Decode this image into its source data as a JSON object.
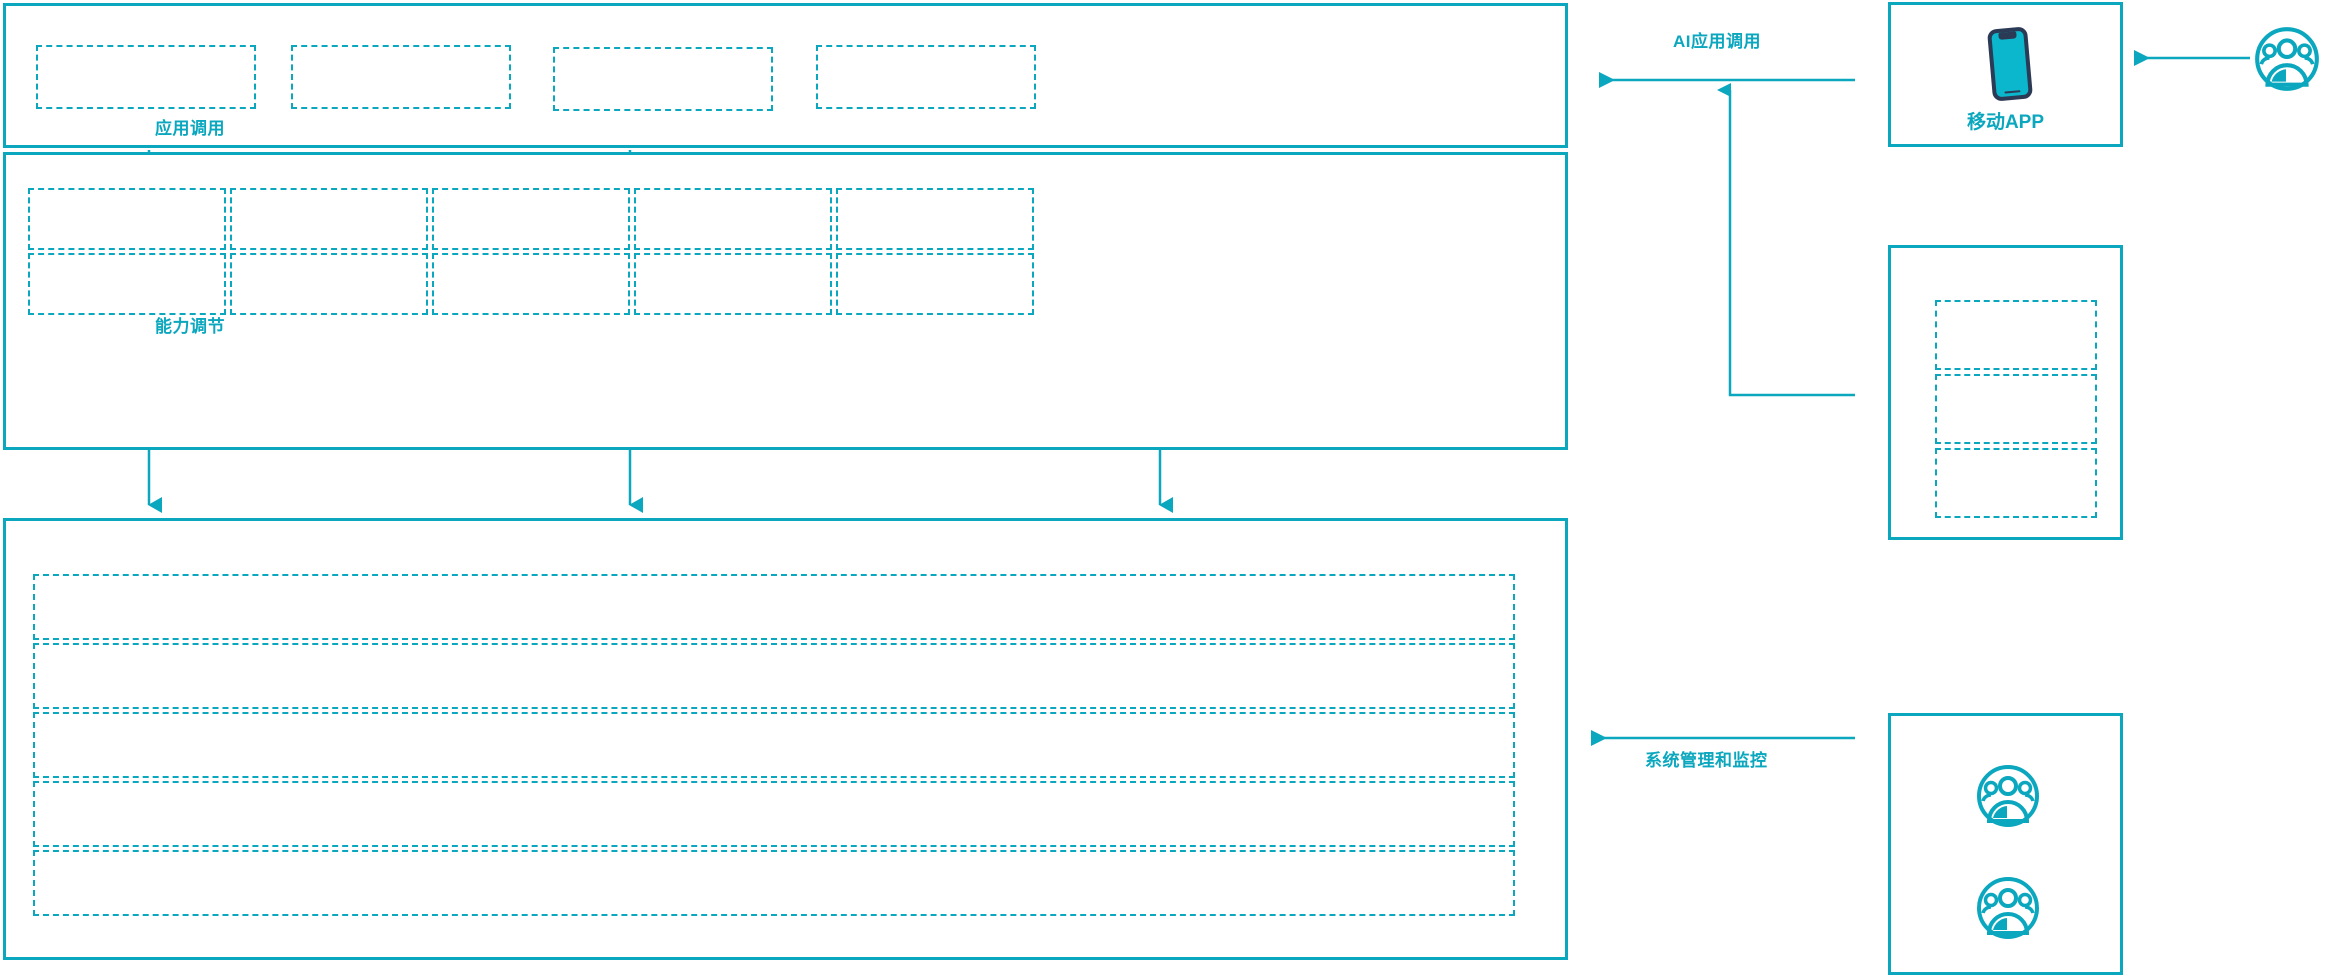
{
  "theme": {
    "accent": "#0BA7BE",
    "phone_body": "#2B3A55",
    "phone_screen": "#0BB7CC",
    "background": "#FFFFFF"
  },
  "diagram": {
    "type": "layered-architecture",
    "layers": [
      {
        "id": "application-layer",
        "name": "application-layer",
        "boxes": [
          {
            "id": "app-box-1",
            "label": ""
          },
          {
            "id": "app-box-2",
            "label": ""
          },
          {
            "id": "app-box-3",
            "label": ""
          },
          {
            "id": "app-box-4",
            "label": ""
          }
        ]
      },
      {
        "id": "capability-layer",
        "name": "capability-layer",
        "boxes": [
          {
            "id": "cap-box-r1c1",
            "label": ""
          },
          {
            "id": "cap-box-r1c2",
            "label": ""
          },
          {
            "id": "cap-box-r1c3",
            "label": ""
          },
          {
            "id": "cap-box-r1c4",
            "label": ""
          },
          {
            "id": "cap-box-r1c5",
            "label": ""
          },
          {
            "id": "cap-box-r2c1",
            "label": ""
          },
          {
            "id": "cap-box-r2c2",
            "label": ""
          },
          {
            "id": "cap-box-r2c3",
            "label": ""
          },
          {
            "id": "cap-box-r2c4",
            "label": ""
          },
          {
            "id": "cap-box-r2c5",
            "label": ""
          }
        ]
      },
      {
        "id": "infrastructure-layer",
        "name": "infrastructure-layer",
        "boxes": [
          {
            "id": "infra-row-1",
            "label": ""
          },
          {
            "id": "infra-row-2",
            "label": ""
          },
          {
            "id": "infra-row-3",
            "label": ""
          },
          {
            "id": "infra-row-4",
            "label": ""
          },
          {
            "id": "infra-row-5",
            "label": ""
          }
        ]
      }
    ],
    "flows": [
      {
        "id": "flow-app-call",
        "label": "应用调用",
        "direction": "down"
      },
      {
        "id": "flow-capability-adjust",
        "label": "能力调节",
        "direction": "down"
      },
      {
        "id": "flow-ai-app-call",
        "label": "AI应用调用",
        "direction": "left"
      },
      {
        "id": "flow-system-management",
        "label": "系统管理和监控",
        "direction": "left"
      },
      {
        "id": "flow-user-to-app",
        "label": "",
        "direction": "left"
      }
    ],
    "side_nodes": [
      {
        "id": "mobile-app-node",
        "label": "移动APP",
        "icon": "mobile-phone-icon"
      },
      {
        "id": "terminal-node",
        "label": "",
        "boxes": [
          {
            "id": "terminal-box-1",
            "label": ""
          },
          {
            "id": "terminal-box-2",
            "label": ""
          },
          {
            "id": "terminal-box-3",
            "label": ""
          }
        ]
      },
      {
        "id": "operations-node",
        "label": "",
        "icons": [
          "user-group-icon",
          "user-group-icon"
        ]
      },
      {
        "id": "end-user-node",
        "label": "",
        "icon": "user-group-icon"
      }
    ]
  }
}
